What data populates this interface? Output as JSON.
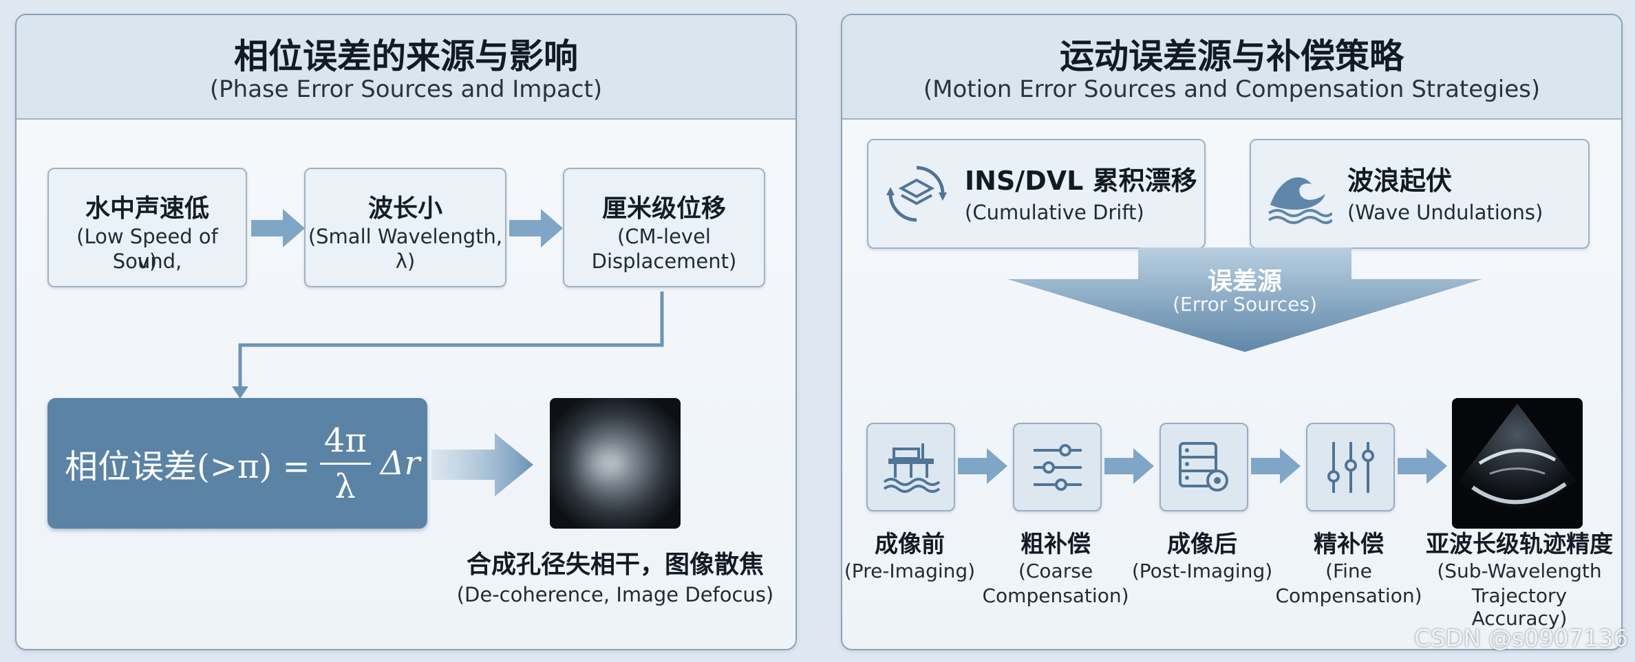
{
  "left": {
    "title": "相位误差的来源与影响",
    "subtitle": "(Phase Error Sources and Impact)",
    "boxes": [
      {
        "title": "水中声速低",
        "sub1": "(Low Speed of Sound,",
        "sub2": "v)"
      },
      {
        "title": "波长小",
        "sub1": "(Small Wavelength,",
        "sub2": "λ)"
      },
      {
        "title": "厘米级位移",
        "sub1": "(CM-level",
        "sub2": "Displacement)"
      }
    ],
    "formula": {
      "lhs": "相位误差(>π) =",
      "num": "4π",
      "den": "λ",
      "rhs": "Δr"
    },
    "result": {
      "title": "合成孔径失相干，图像散焦",
      "sub": "(De-coherence, Image Defocus)"
    }
  },
  "right": {
    "title": "运动误差源与补偿策略",
    "subtitle": "(Motion Error Sources and Compensation Strategies)",
    "sources": [
      {
        "title": "INS/DVL 累积漂移",
        "sub": "(Cumulative Drift)",
        "icon": "cycle-layers-icon"
      },
      {
        "title": "波浪起伏",
        "sub": "(Wave Undulations)",
        "icon": "wave-icon"
      }
    ],
    "funnel": {
      "title": "误差源",
      "sub": "(Error Sources)"
    },
    "steps": [
      {
        "title": "成像前",
        "sub1": "(Pre-Imaging)",
        "sub2": "",
        "icon": "platform-icon"
      },
      {
        "title": "粗补偿",
        "sub1": "(Coarse",
        "sub2": "Compensation)",
        "icon": "sliders-icon"
      },
      {
        "title": "成像后",
        "sub1": "(Post-Imaging)",
        "sub2": "",
        "icon": "server-gear-icon"
      },
      {
        "title": "精补偿",
        "sub1": "(Fine",
        "sub2": "Compensation)",
        "icon": "vertical-sliders-icon"
      },
      {
        "title": "亚波长级轨迹精度",
        "sub1": "(Sub-Wavelength",
        "sub2": "Trajectory Accuracy)",
        "icon": "sonar-image"
      }
    ]
  },
  "watermark": "CSDN @s0907136",
  "colors": {
    "accent": "#5a83a5",
    "arrow": "#7fa6c6",
    "panel_border": "#8aa3b8"
  }
}
